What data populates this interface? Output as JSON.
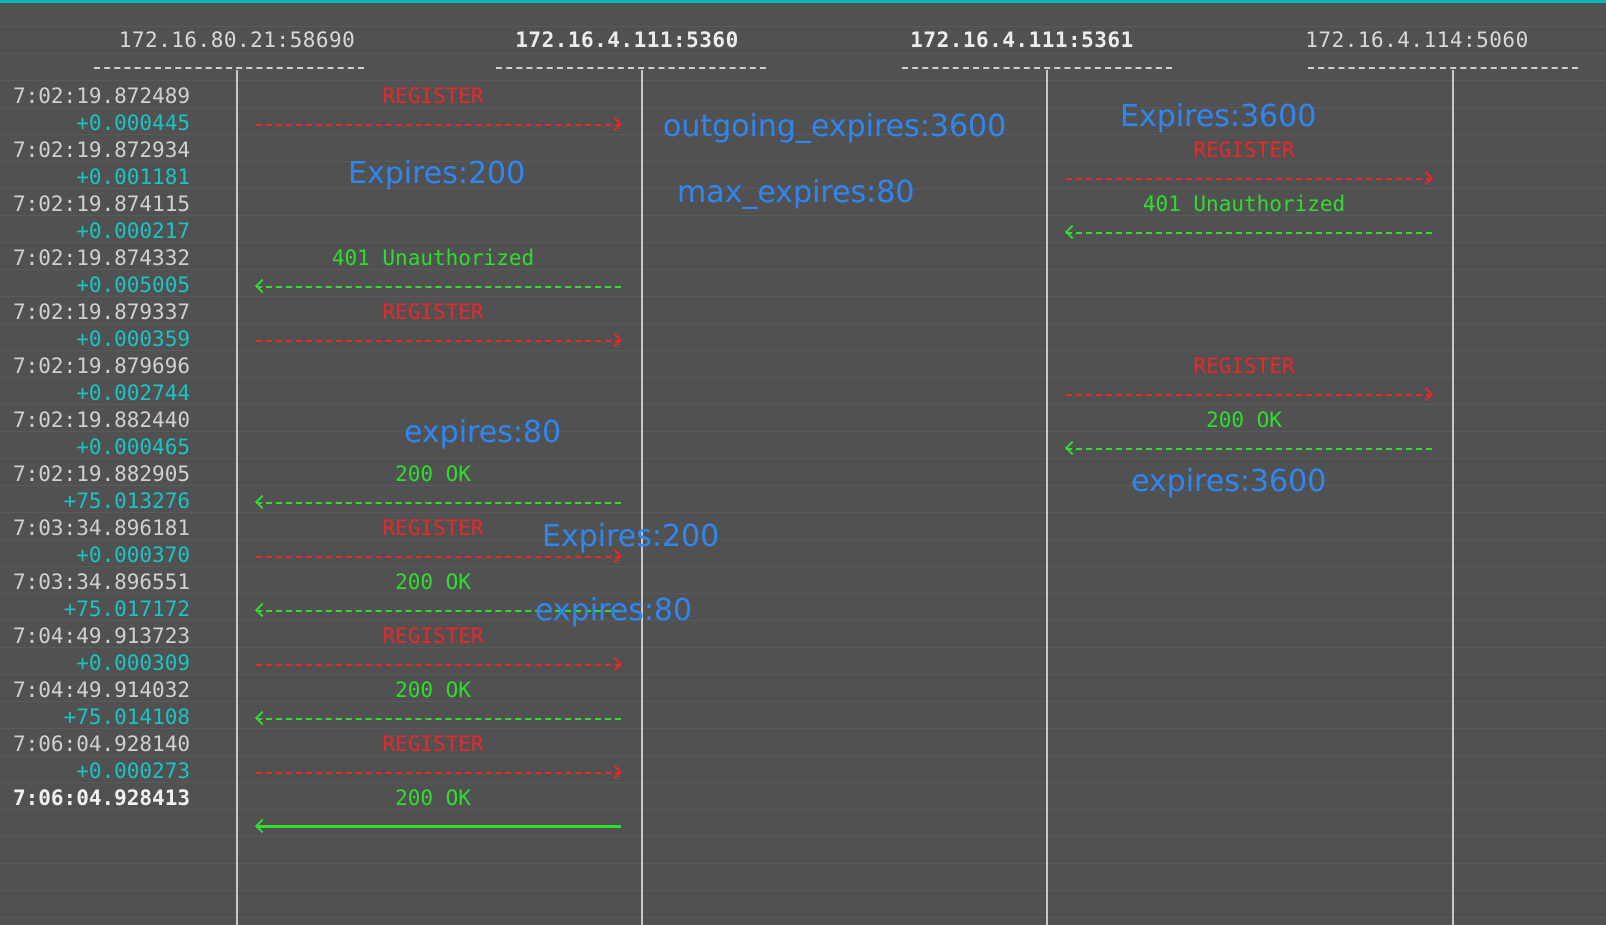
{
  "colors": {
    "background": "#515151",
    "top_bar": "#11b3b3",
    "request": "#e8282a",
    "response": "#2fdc2f",
    "delta": "#19c4c4",
    "annotation": "#2f86f0"
  },
  "hosts": [
    "172.16.80.21:58690",
    "172.16.4.111:5360",
    "172.16.4.111:5361",
    "172.16.4.114:5060"
  ],
  "timeline": {
    "timestamps": [
      "7:02:19.872489",
      "7:02:19.872934",
      "7:02:19.874115",
      "7:02:19.874332",
      "7:02:19.879337",
      "7:02:19.879696",
      "7:02:19.882440",
      "7:02:19.882905",
      "7:03:34.896181",
      "7:03:34.896551",
      "7:04:49.913723",
      "7:04:49.914032",
      "7:06:04.928140",
      "7:06:04.928413"
    ],
    "deltas": [
      "+0.000445",
      "+0.001181",
      "+0.000217",
      "+0.005005",
      "+0.000359",
      "+0.002744",
      "+0.000465",
      "+75.013276",
      "+0.000370",
      "+75.017172",
      "+0.000309",
      "+75.014108",
      "+0.000273"
    ]
  },
  "messages": {
    "m1": "REGISTER",
    "m2": "REGISTER",
    "m3": "401 Unauthorized",
    "m4": "401 Unauthorized",
    "m5": "REGISTER",
    "m6": "REGISTER",
    "m7": "200 OK",
    "m8": "200 OK",
    "m9": "REGISTER",
    "m10": "200 OK",
    "m11": "REGISTER",
    "m12": "200 OK",
    "m13": "REGISTER",
    "m14": "200 OK"
  },
  "annotations": {
    "a1": "outgoing_expires:3600",
    "a2": "Expires:3600",
    "a3": "Expires:200",
    "a4": "max_expires:80",
    "a5": "expires:80",
    "a6": "expires:3600",
    "a7": "Expires:200",
    "a8": "expires:80"
  }
}
